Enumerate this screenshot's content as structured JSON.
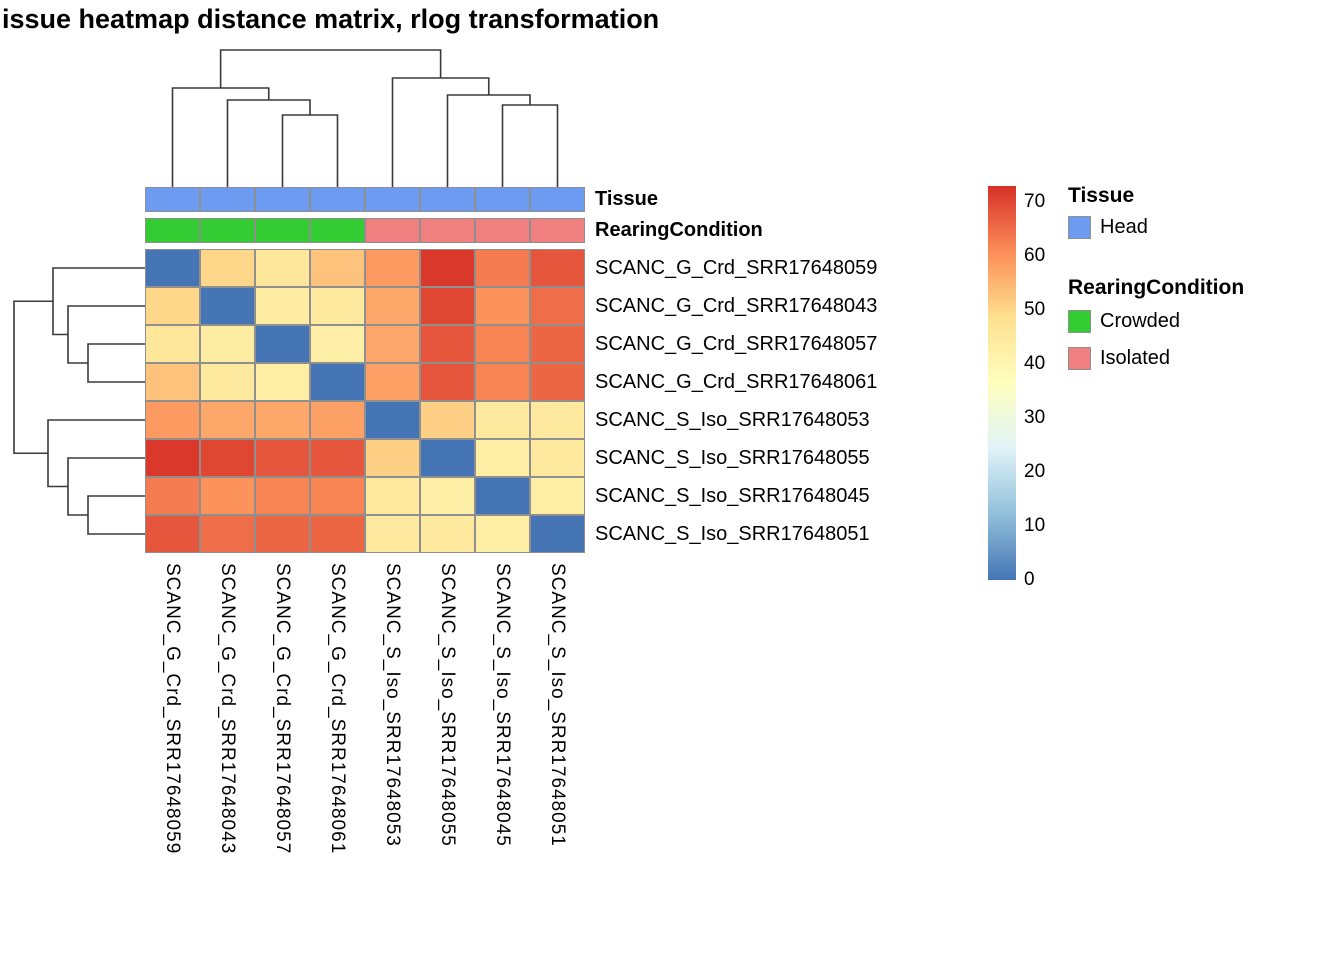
{
  "title": "issue heatmap distance matrix, rlog transformation",
  "chart_data": {
    "type": "heatmap",
    "title": "issue heatmap distance matrix, rlog transformation",
    "samples": [
      "SCANC_G_Crd_SRR17648059",
      "SCANC_G_Crd_SRR17648043",
      "SCANC_G_Crd_SRR17648057",
      "SCANC_G_Crd_SRR17648061",
      "SCANC_S_Iso_SRR17648053",
      "SCANC_S_Iso_SRR17648055",
      "SCANC_S_Iso_SRR17648045",
      "SCANC_S_Iso_SRR17648051"
    ],
    "matrix": [
      [
        0,
        50,
        46,
        53,
        59,
        72,
        63,
        68
      ],
      [
        50,
        0,
        44,
        45,
        57,
        70,
        60,
        65
      ],
      [
        46,
        44,
        0,
        43,
        57,
        68,
        62,
        66
      ],
      [
        53,
        45,
        43,
        0,
        58,
        68,
        62,
        66
      ],
      [
        59,
        57,
        57,
        58,
        0,
        51,
        45,
        45
      ],
      [
        72,
        70,
        68,
        68,
        51,
        0,
        43,
        45
      ],
      [
        63,
        60,
        62,
        62,
        45,
        43,
        0,
        43
      ],
      [
        68,
        65,
        66,
        66,
        45,
        45,
        43,
        0
      ]
    ],
    "color_scale": {
      "domain": [
        0,
        73
      ],
      "stops": [
        "#4575B4",
        "#91BFDB",
        "#E0F3F8",
        "#FFFFBF",
        "#FEE090",
        "#FC8D59",
        "#D73027"
      ],
      "legend_ticks": [
        70,
        60,
        50,
        40,
        30,
        20,
        10,
        0
      ]
    },
    "annotations": {
      "tissue": {
        "label": "Tissue",
        "values": [
          "Head",
          "Head",
          "Head",
          "Head",
          "Head",
          "Head",
          "Head",
          "Head"
        ],
        "colors": {
          "Head": "#6D9BF2"
        }
      },
      "rearing": {
        "label": "RearingCondition",
        "values": [
          "Crowded",
          "Crowded",
          "Crowded",
          "Crowded",
          "Isolated",
          "Isolated",
          "Isolated",
          "Isolated"
        ],
        "colors": {
          "Crowded": "#33CC33",
          "Isolated": "#F08080"
        }
      }
    },
    "clustering_note": "Columns and rows cluster as (059,(043,(057,061))) and (053,(055,(045,051)))",
    "legend": {
      "tissue_header": "Tissue",
      "tissue_items": [
        {
          "label": "Head",
          "color": "#6D9BF2"
        }
      ],
      "rearing_header": "RearingCondition",
      "rearing_items": [
        {
          "label": "Crowded",
          "color": "#33CC33"
        },
        {
          "label": "Isolated",
          "color": "#F08080"
        }
      ]
    }
  }
}
